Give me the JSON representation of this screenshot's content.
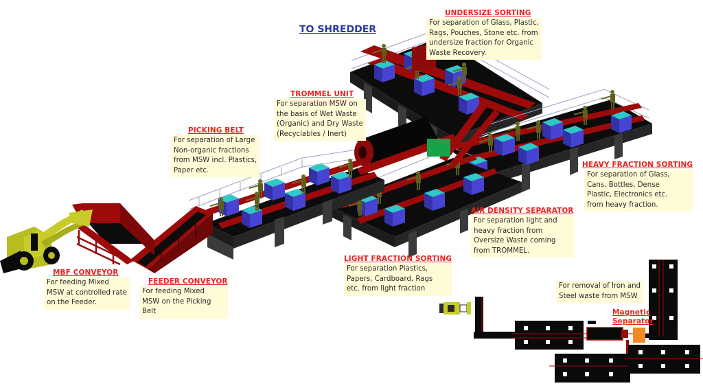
{
  "header": {
    "to_shredder": "TO SHREDDER"
  },
  "sections": {
    "undersize_sorting": {
      "title": "UNDERSIZE  SORTING",
      "lines": [
        "For separation of Glass, Plastic,",
        "Rags, Pouches, Stone etc. from",
        "undersize fraction for Organic",
        "Waste Recovery."
      ]
    },
    "trommel_unit": {
      "title": "TROMMEL UNIT",
      "lines": [
        "For separation MSW on",
        "the basis of Wet Waste",
        "(Organic) and Dry Waste",
        "(Recyclables / Inert)"
      ]
    },
    "picking_belt": {
      "title": "PICKING BELT",
      "lines": [
        "For separation of Large",
        "Non-organic fractions",
        "from MSW incl. Plastics,",
        "Paper etc."
      ]
    },
    "heavy_fraction_sorting": {
      "title": "HEAVY FRACTION SORTING",
      "lines": [
        "For separation of Glass,",
        "Cans, Bottles, Dense",
        "Plastic, Electronics etc.",
        "from heavy fraction."
      ]
    },
    "air_density_separator": {
      "title": "AIR DENSITY SEPARATOR",
      "lines": [
        "For separation light and",
        "heavy fraction from",
        "Oversize Waste coming",
        "from TROMMEL."
      ]
    },
    "light_fraction_sorting": {
      "title": "LIGHT FRACTION SORTING",
      "lines": [
        "For separation Plastics,",
        "Papers, Cardboard, Rags",
        "etc. from light fraction"
      ]
    },
    "mbf_conveyor": {
      "title": "MBF CONVEYOR",
      "lines": [
        "For feeding Mixed",
        "MSW at controlled rate",
        "on the Feeder."
      ]
    },
    "feeder_conveyor": {
      "title": "FEEDER CONVEYOR",
      "lines": [
        "For feeding Mixed",
        "MSW on the Picking",
        "Belt"
      ]
    },
    "magnetic_separator": {
      "title_line1": "Magnetic",
      "title_line2": "Separator",
      "lines": [
        "For removal of Iron and",
        "Steel waste from MSW"
      ]
    }
  },
  "colors": {
    "frame_red": "#9c0a0a",
    "belt_black": "#0c0c0c",
    "support_grey": "#3a3a3a",
    "bin_blue": "#3f3cc4",
    "bin_cyan": "#2fc7c7",
    "worker_olive": "#6b6a22",
    "loader_yellow": "#c7cc2a",
    "air_separator_green": "#16a34a",
    "magnet_orange": "#f08a24",
    "title_red": "#e8241f",
    "shredder_blue": "#2a3aa8",
    "note_bg": "#fffbd6"
  }
}
